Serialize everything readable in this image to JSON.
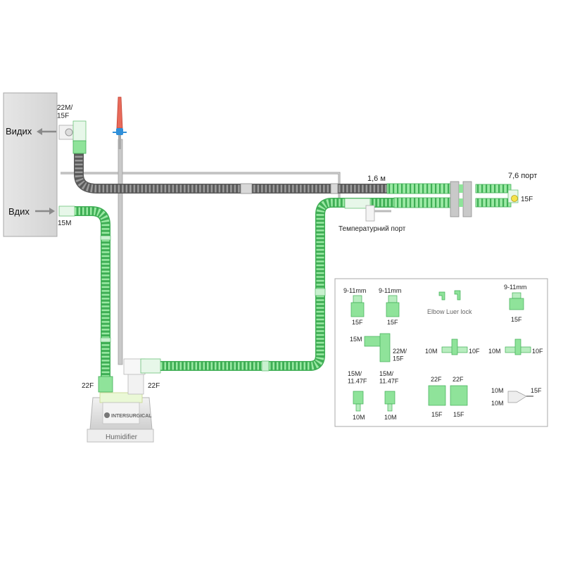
{
  "labels": {
    "exhale": "Видих",
    "inhale": "Вдих",
    "vent_exhale_port": "22M/\n15F",
    "vent_inhale_port": "15M",
    "length": "1,6 м",
    "port_label": "7,6 порт",
    "patient_end": "15F",
    "temp_port": "Температурний порт",
    "humid_left": "22F",
    "humid_right": "22F",
    "humidifier": "Humidifier",
    "brand": "INTERSURGICAL"
  },
  "accessories": {
    "a1_top": "9-11mm",
    "a1_bottom": "15F",
    "a2_top": "9-11mm",
    "a2_bottom": "15F",
    "a3_caption": "Elbow Luer lock",
    "a4_top": "9-11mm",
    "a4_bottom": "15F",
    "b1_left": "15M",
    "b1_right": "22M/\n15F",
    "b2_left": "10M",
    "b2_right": "10F",
    "b3_left": "10M",
    "b3_right": "10F",
    "c1_top": "15M/\n11.47F",
    "c1_bottom": "10M",
    "c2_top": "15M/\n11.47F",
    "c2_bottom": "10M",
    "c3_top": "22F",
    "c3_bottom": "15F",
    "c4_top": "22F",
    "c4_bottom": "15F",
    "c5_left_top": "10M",
    "c5_left_bottom": "10M",
    "c5_right": "15F"
  },
  "colors": {
    "tube_green": "#8fe39a",
    "tube_green_dark": "#3fae55",
    "tube_grey": "#8a8a8a",
    "tube_grey_dark": "#555555",
    "frame": "#9a9a9a",
    "accent_red": "#e05a4a",
    "accent_blue": "#2f8fd9"
  }
}
